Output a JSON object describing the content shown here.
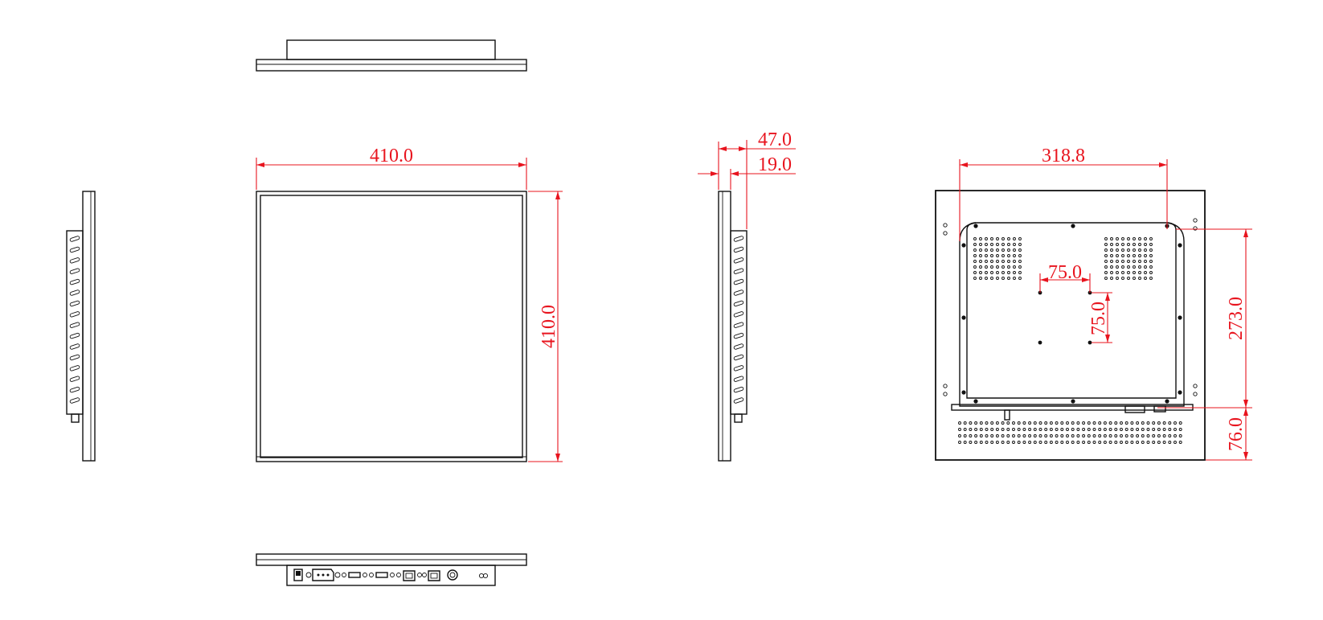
{
  "colors": {
    "outline": "#111111",
    "dimension": "#e8141e",
    "background": "#ffffff"
  },
  "front_view": {
    "width_label": "410.0",
    "height_label": "410.0"
  },
  "side_view": {
    "total_depth_label": "47.0",
    "bezel_depth_label": "19.0"
  },
  "rear_view": {
    "width_label": "318.8",
    "vesa_horizontal_label": "75.0",
    "vesa_vertical_label": "75.0",
    "upper_height_label": "273.0",
    "lower_height_label": "76.0"
  },
  "bottom_view": {
    "icons": [
      "power-switch-icon",
      "ac-power-inlet-icon",
      "usb-port-icon",
      "usb-port-icon",
      "ethernet-port-icon",
      "ethernet-port-icon",
      "dc-jack-icon",
      "infinity-symbol"
    ]
  }
}
